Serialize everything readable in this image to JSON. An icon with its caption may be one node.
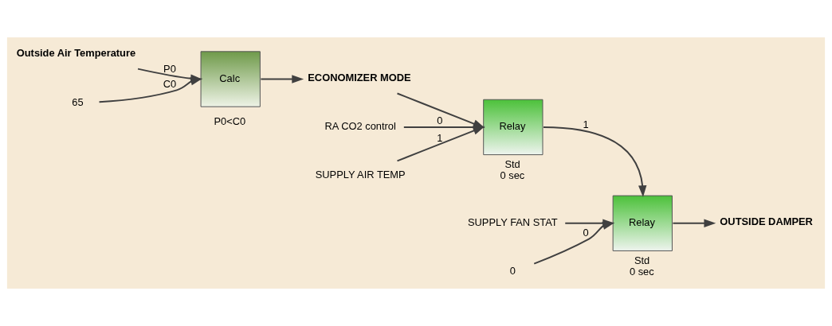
{
  "diagram": {
    "nodes": [
      {
        "text": [
          "Outside Air Temperature"
        ]
      },
      {
        "text": [
          "65"
        ]
      },
      {
        "text": [
          "Calc"
        ],
        "beside": [
          "P0<C0"
        ]
      },
      {
        "text": [
          "ECONOMIZER MODE"
        ]
      },
      {
        "text": [
          "RA CO2 control"
        ]
      },
      {
        "text": [
          "SUPPLY AIR TEMP"
        ]
      },
      {
        "text": [
          "Relay"
        ],
        "beside": [
          "Std",
          "0 sec"
        ]
      },
      {
        "text": [
          "SUPPLY FAN STAT"
        ]
      },
      {
        "text": [
          "0"
        ]
      },
      {
        "text": [
          "Relay"
        ],
        "beside": [
          "Std",
          "0 sec"
        ]
      },
      {
        "text": [
          "OUTSIDE DAMPER"
        ]
      }
    ],
    "edges": [
      {
        "from": 0,
        "to": 2,
        "arrow": "to",
        "label": "P0"
      },
      {
        "from": 1,
        "to": 2,
        "arrow": "to",
        "label": "C0"
      },
      {
        "from": 2,
        "to": 3,
        "arrow": "to"
      },
      {
        "from": 3,
        "to": 6,
        "arrow": "to"
      },
      {
        "from": 4,
        "to": 6,
        "arrow": "to",
        "label": "0"
      },
      {
        "from": 5,
        "to": 6,
        "arrow": "to",
        "label": "1"
      },
      {
        "from": 6,
        "to": 9,
        "arrow": "to",
        "label": "1"
      },
      {
        "from": 8,
        "to": 9,
        "arrow": "to",
        "label": "0"
      },
      {
        "from": 7,
        "to": 9,
        "arrow": "to"
      },
      {
        "from": 9,
        "to": 10,
        "arrow": "to"
      }
    ]
  }
}
